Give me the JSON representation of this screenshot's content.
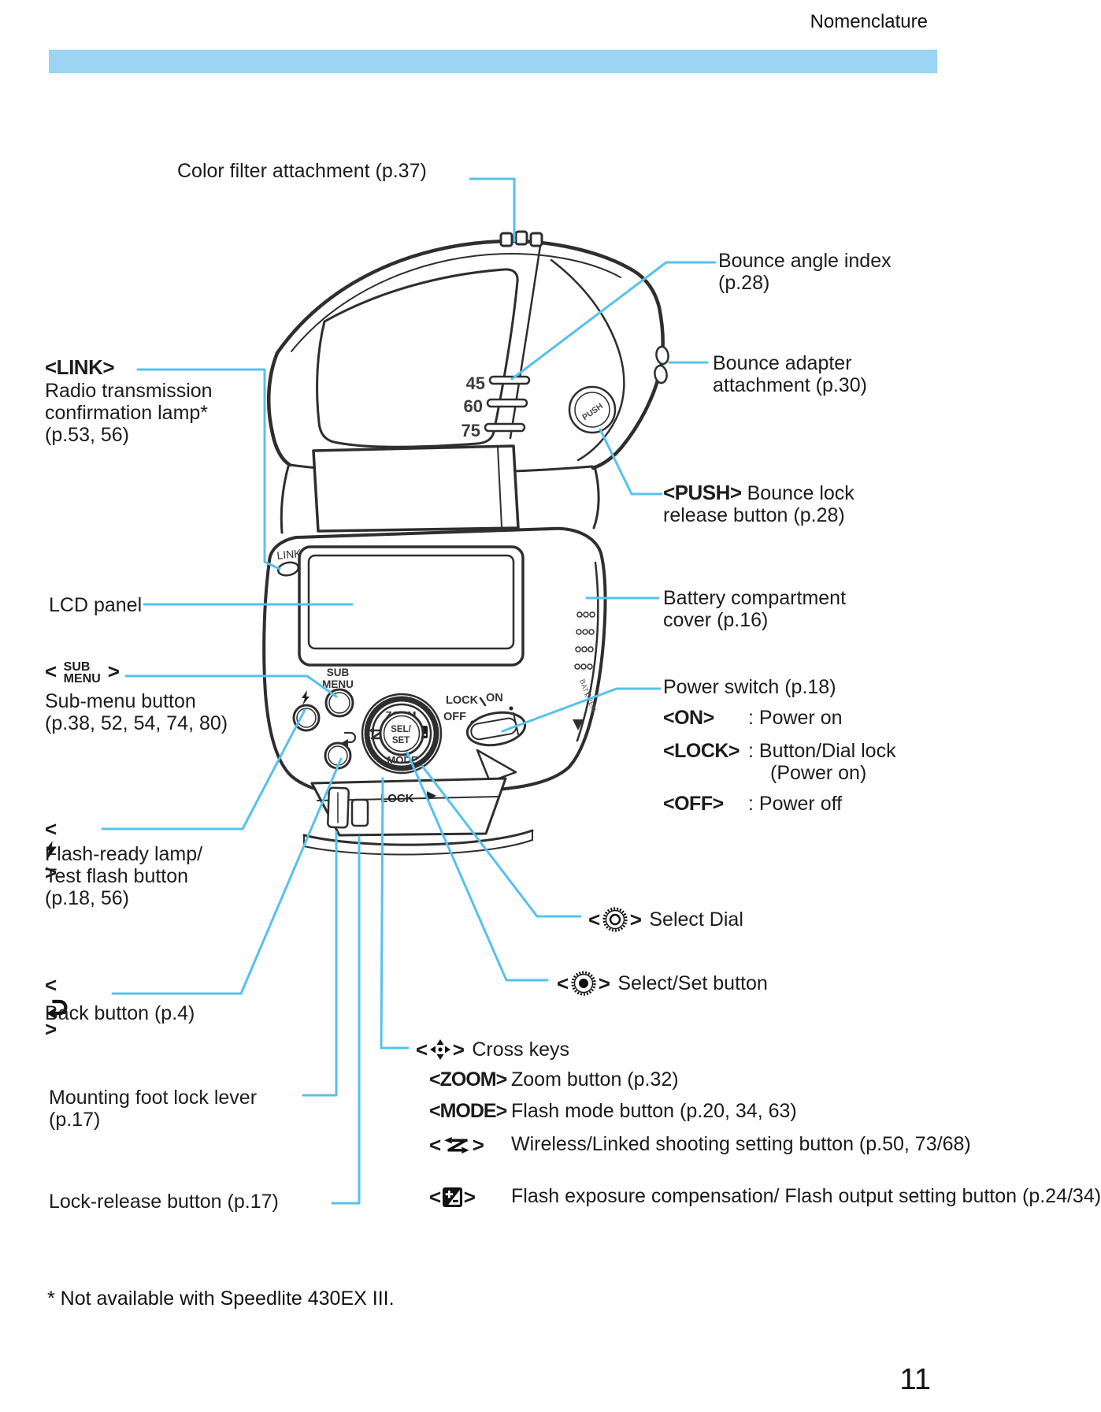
{
  "page": {
    "header": "Nomenclature",
    "page_number": "11",
    "footnote": "* Not available with Speedlite 430EX III."
  },
  "brackets": {
    "open": "<",
    "close": ">"
  },
  "labels": {
    "color_filter": "Color filter attachment (p.37)",
    "bounce_angle": {
      "l1": "Bounce angle index",
      "l2": "(p.28)"
    },
    "bounce_adapter": {
      "l1": "Bounce adapter",
      "l2": "attachment (p.30)"
    },
    "link": {
      "tag": "<LINK>",
      "l1": "Radio transmission",
      "l2": "confirmation lamp*",
      "l3": "(p.53, 56)"
    },
    "push": {
      "tag": "<PUSH>",
      "rest": "Bounce lock",
      "l2": "release button (p.28)"
    },
    "lcd": "LCD panel",
    "battery": {
      "l1": "Battery compartment",
      "l2": "cover (p.16)"
    },
    "submenu": {
      "sub": "SUB",
      "menu": "MENU",
      "l1": "Sub-menu button",
      "l2": "(p.38, 52, 54, 74, 80)"
    },
    "power": {
      "title": "Power switch (p.18)",
      "on_tag": "<ON>",
      "on_desc": ": Power on",
      "lock_tag": "<LOCK>",
      "lock_desc": ": Button/Dial lock",
      "lock_desc2": "(Power on)",
      "off_tag": "<OFF>",
      "off_desc": ": Power off"
    },
    "flash_ready": {
      "l1": "Flash-ready lamp/",
      "l2": "Test flash button",
      "l3": "(p.18, 56)"
    },
    "select_dial": "Select Dial",
    "select_set": "Select/Set button",
    "back": "Back button (p.4)",
    "cross_keys": "Cross keys",
    "zoom": {
      "tag": "<ZOOM>",
      "desc": "Zoom button (p.32)"
    },
    "mode": {
      "tag": "<MODE>",
      "desc": "Flash mode button (p.20, 34, 63)"
    },
    "wireless": {
      "d1": "Wireless/Linked shooting setting",
      "d2": "button (p.50, 73/68)"
    },
    "fec": {
      "d1": "Flash exposure compensation/",
      "d2": "Flash output setting button (p.24/34)"
    },
    "mounting": {
      "l1": "Mounting foot lock lever",
      "l2": "(p.17)"
    },
    "lock_release": "Lock-release button (p.17)"
  },
  "device": {
    "link_lamp": "LINK",
    "sub": "SUB",
    "menu": "MENU",
    "zoom": "ZOOM",
    "mode": "MODE",
    "sel": "SEL/",
    "set": "SET",
    "lock": "LOCK",
    "on": "ON",
    "off": "OFF",
    "push": "PUSH",
    "foot_lock": "LOCK",
    "batt": "BATT.",
    "batt_open": "OPEN",
    "angles": [
      "45",
      "60",
      "75"
    ]
  },
  "colors": {
    "accent_bar": "#9CD4F3",
    "callout_line": "#56C1ED"
  }
}
